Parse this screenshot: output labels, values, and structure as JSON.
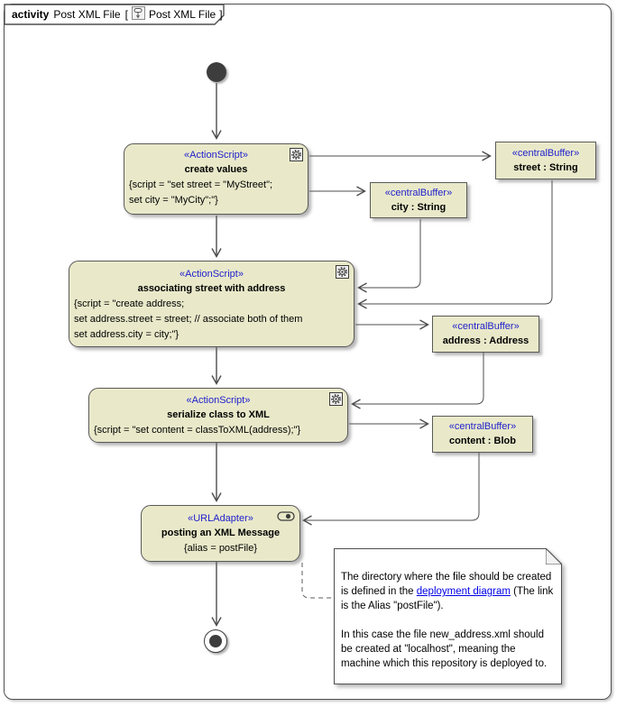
{
  "header": {
    "keyword": "activity",
    "name": "Post XML File",
    "bracket_left": "[",
    "inner_name": "Post XML File",
    "bracket_right": "]"
  },
  "colors": {
    "node_fill": "#e9e9ca",
    "node_border": "#5a5a5a",
    "stereotype_blue": "#2121cd",
    "link_blue": "#0000e6",
    "edge_gray": "#4d4d4d"
  },
  "nodes": {
    "action_create_values": {
      "stereotype": "«ActionScript»",
      "name": "create values",
      "script_lines": [
        "{script = \"set street = \"MyStreet\";",
        "set city = \"MyCity\";\"}"
      ]
    },
    "action_associating": {
      "stereotype": "«ActionScript»",
      "name": "associating street with address",
      "script_lines": [
        "{script = \"create address;",
        "set address.street = street; // associate both of them",
        "set address.city = city;\"}"
      ]
    },
    "action_serialize": {
      "stereotype": "«ActionScript»",
      "name": "serialize class to XML",
      "script_lines": [
        "{script = \"set content = classToXML(address);\"}"
      ]
    },
    "action_posting": {
      "stereotype": "«URLAdapter»",
      "name": "posting an XML Message",
      "alias": "{alias = postFile}"
    },
    "buffer_street": {
      "stereotype": "«centralBuffer»",
      "name": "street : String"
    },
    "buffer_city": {
      "stereotype": "«centralBuffer»",
      "name": "city : String"
    },
    "buffer_address": {
      "stereotype": "«centralBuffer»",
      "name": "address : Address"
    },
    "buffer_content": {
      "stereotype": "«centralBuffer»",
      "name": "content : Blob"
    }
  },
  "note": {
    "p1_before": "The directory where the file should be created is defined in the ",
    "link_text": "deployment diagram",
    "p1_after": " (The link is the Alias \"postFile\").",
    "p2": "In this case the file new_address.xml should be created at \"localhost\", meaning the machine which this repository is deployed to."
  }
}
